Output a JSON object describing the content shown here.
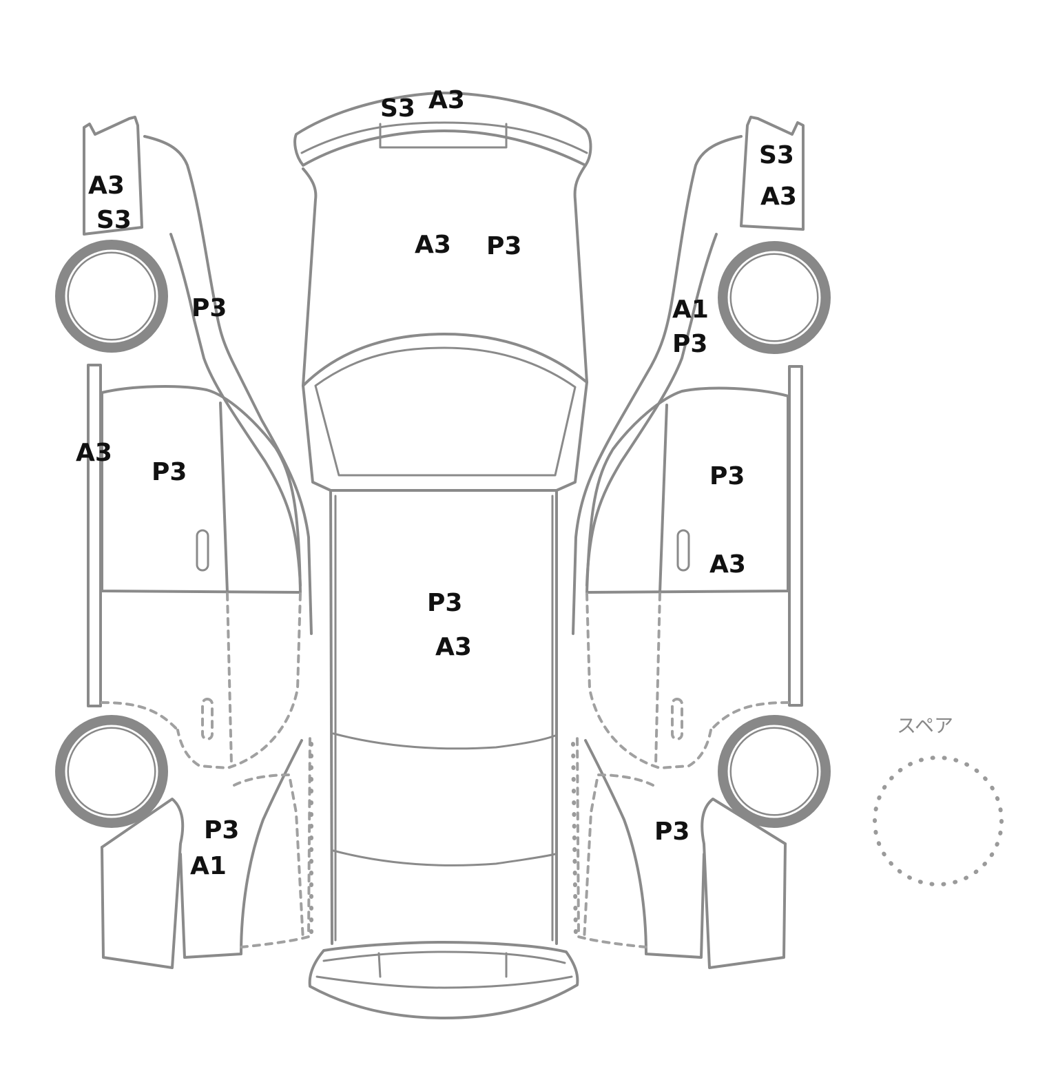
{
  "spare_label": "スペア",
  "colors": {
    "outline": "#8a8a8a",
    "tire": "#888888",
    "label": "#111111",
    "background": "#ffffff"
  },
  "panels": {
    "left_view": {
      "front_bumper": [
        "A3",
        "S3"
      ],
      "front_fender": "P3",
      "front_door_edge": "A3",
      "front_door": "P3",
      "rear_quarter": [
        "P3",
        "A1"
      ]
    },
    "top_view": {
      "front_bumper": [
        "S3",
        "A3"
      ],
      "hood": [
        "A3",
        "P3"
      ],
      "roof": [
        "P3",
        "A3"
      ]
    },
    "right_view": {
      "front_bumper": [
        "S3",
        "A3"
      ],
      "front_fender": [
        "A1",
        "P3"
      ],
      "front_door": [
        "P3",
        "A3"
      ],
      "rear_quarter": "P3"
    }
  }
}
